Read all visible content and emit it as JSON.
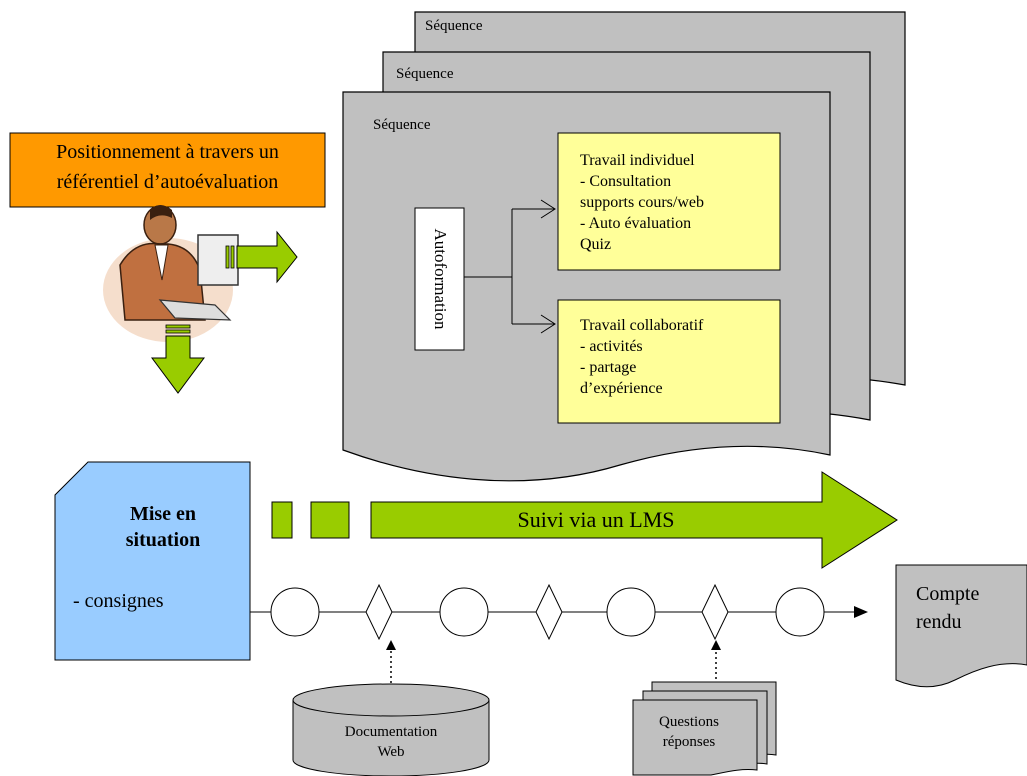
{
  "sequences": [
    {
      "label": "Séquence"
    },
    {
      "label": "Séquence"
    },
    {
      "label": "Séquence"
    }
  ],
  "positionnement": {
    "text": "Positionnement à travers un\nréférentiel d’autoévaluation"
  },
  "autoformation": {
    "label": "Autoformation"
  },
  "travail_individuel": {
    "text": "Travail individuel\n- Consultation\nsupports cours/web\n- Auto évaluation\nQuiz"
  },
  "travail_collaboratif": {
    "text": "Travail collaboratif\n- activités\n- partage\nd’expérience"
  },
  "mise_en_situation": {
    "title": "Mise en\nsituation",
    "item": "- consignes"
  },
  "suivi": {
    "label": "Suivi via un LMS"
  },
  "compte_rendu": {
    "text": "Compte\nrendu"
  },
  "documentation": {
    "text": "Documentation\nWeb"
  },
  "questions": {
    "text": "Questions\nréponses"
  },
  "colors": {
    "orange": "#ff9900",
    "yellow": "#ffff99",
    "blue": "#99ccff",
    "green": "#99cc00",
    "gray": "#c0c0c0"
  }
}
